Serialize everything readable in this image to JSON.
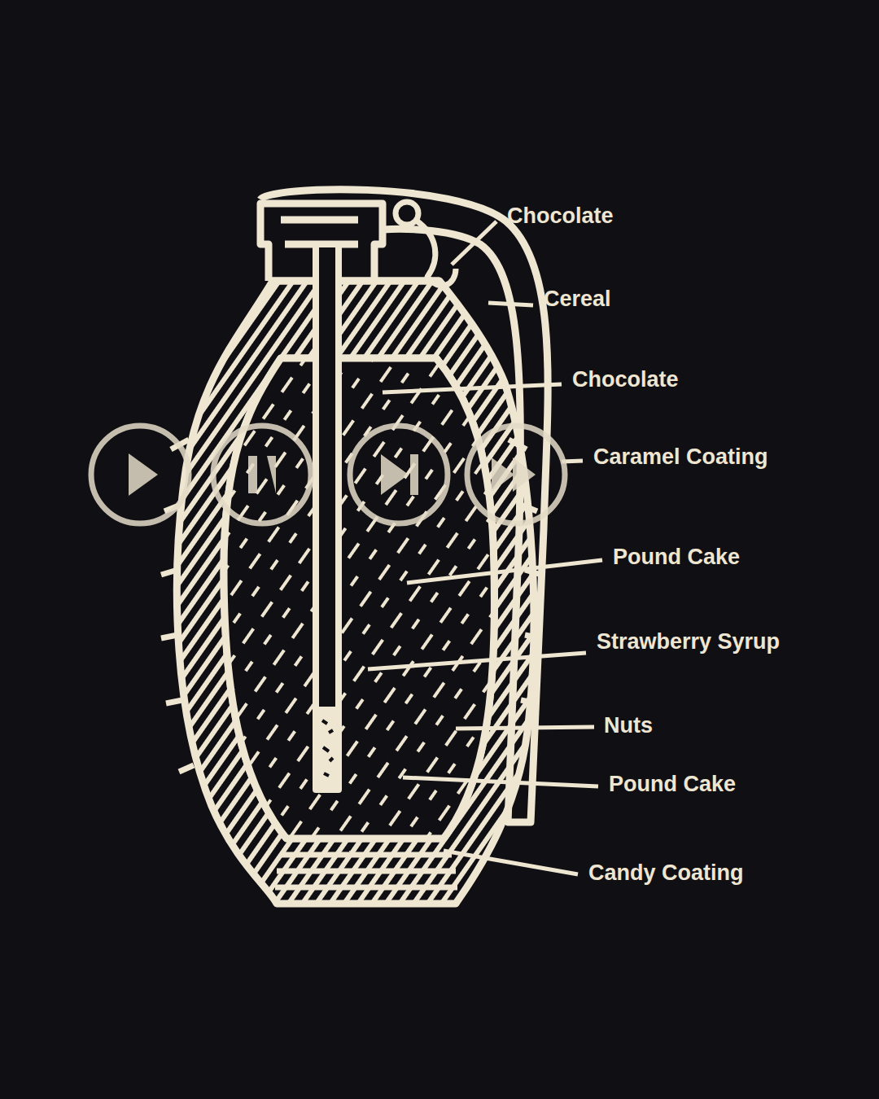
{
  "diagram": {
    "labels": [
      "Chocolate",
      "Cereal",
      "Chocolate",
      "Caramel Coating",
      "Pound Cake",
      "Strawberry Syrup",
      "Nuts",
      "Pound Cake",
      "Candy Coating"
    ]
  }
}
